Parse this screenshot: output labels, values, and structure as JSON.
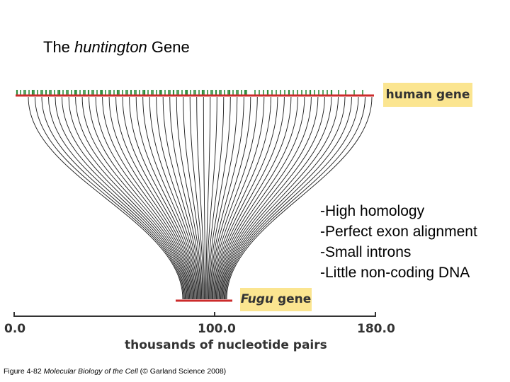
{
  "title": {
    "prefix": "The ",
    "italic": "huntington",
    "suffix": " Gene"
  },
  "labels": {
    "human_gene": "human gene",
    "fugu_gene_italic": "Fugu",
    "fugu_gene_suffix": " gene"
  },
  "notes": [
    "-High homology",
    "-Perfect exon alignment",
    "-Small introns",
    "-Little non-coding DNA"
  ],
  "axis": {
    "ticks": [
      "0.0",
      "100.0",
      "180.0"
    ],
    "title": "thousands of nucleotide pairs"
  },
  "caption": {
    "prefix": "Figure 4-82 ",
    "italic": "Molecular Biology of the Cell",
    "suffix": " (© Garland Science 2008)"
  },
  "colors": {
    "gene_line": "#cc2b2b",
    "exon_marks": "#2f8a3b",
    "label_background": "#fbe590",
    "connector": "#1a1a1a"
  }
}
